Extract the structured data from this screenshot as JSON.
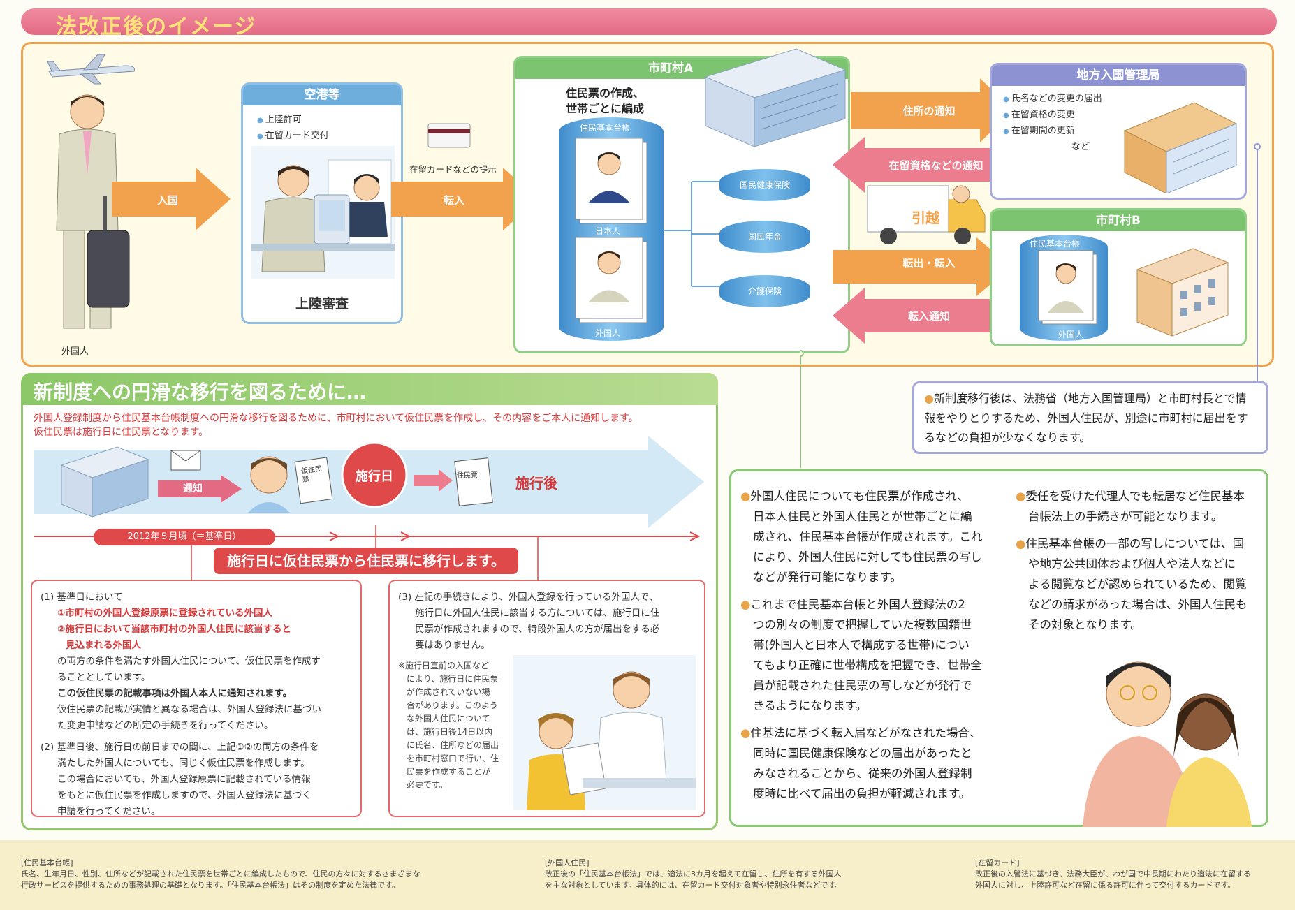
{
  "banner": {
    "title": "法改正後のイメージ"
  },
  "top": {
    "foreigner_label": "外国人",
    "airport": {
      "title": "空港等",
      "items": [
        "上陸許可",
        "在留カード交付"
      ],
      "bottom": "上陸審査"
    },
    "arrow_nyukoku": "入国",
    "card_caption": "在留カードなどの提示",
    "arrow_tennyu": "転入",
    "cityA": {
      "title": "市町村A",
      "subtitle_1": "住民票の作成、",
      "subtitle_2": "世帯ごとに編成",
      "ledger": "住民基本台帳",
      "japanese": "日本人",
      "foreigner": "外国人"
    },
    "dbs": [
      "国民健康保険",
      "国民年金",
      "介護保険"
    ],
    "arrow_address": "住所の通知",
    "arrow_status": "在留資格などの通知",
    "truck_label": "引越",
    "arrow_move": "転出・転入",
    "arrow_move_notice": "転入通知",
    "immigration": {
      "title": "地方入国管理局",
      "items": [
        "氏名などの変更の届出",
        "在留資格の変更",
        "在留期間の更新"
      ],
      "etc": "など"
    },
    "cityB": {
      "title": "市町村B",
      "ledger": "住民基本台帳",
      "foreigner": "外国人"
    }
  },
  "right_note": {
    "text": "新制度移行後は、法務省（地方入国管理局）と市町村長とで情報をやりとりするため、外国人住民が、別途に市町村に届出をするなどの負担が少なくなります。"
  },
  "section": {
    "title": "新制度への円滑な移行を図るために…",
    "intro_1": "外国人登録制度から住民基本台帳制度への円滑な移行を図るために、市町村において仮住民票を作成し、その内容をご本人に通知します。",
    "intro_2": "仮住民票は施行日に住民票となります。",
    "notice_label": "通知",
    "provisional": "仮住民票",
    "enforcement_day": "施行日",
    "resident_card": "住民票",
    "after": "施行後",
    "date_label": "2012年５月頃（＝基準日）",
    "move_banner": "施行日に仮住民票から住民票に移行します。"
  },
  "left_box": {
    "l1": "(1) 基準日において",
    "l2": "①市町村の外国人登録原票に登録されている外国人",
    "l3": "②施行日において当該市町村の外国人住民に該当すると",
    "l4": "見込まれる外国人",
    "l5": "の両方の条件を満たす外国人住民について、仮住民票を作成す",
    "l6": "ることとしています。",
    "l7": "この仮住民票の記載事項は外国人本人に通知されます。",
    "l8": "仮住民票の記載が実情と異なる場合は、外国人登録法に基づい",
    "l9": "た変更申請などの所定の手続きを行ってください。",
    "l10": "(2) 基準日後、施行日の前日までの間に、上記①②の両方の条件を",
    "l11": "満たした外国人についても、同じく仮住民票を作成します。",
    "l12": "この場合においても、外国人登録原票に記載されている情報",
    "l13": "をもとに仮住民票を作成しますので、外国人登録法に基づく",
    "l14": "申請を行ってください。"
  },
  "mid_box": {
    "l1": "(3) 左記の手続きにより、外国人登録を行っている外国人で、",
    "l2": "施行日に外国人住民に該当する方については、施行日に住",
    "l3": "民票が作成されますので、特段外国人の方が届出をする必",
    "l4": "要はありません。",
    "n1": "※施行日直前の入国など",
    "n2": "により、施行日に住民票",
    "n3": "が作成されていない場",
    "n4": "合があります。このよう",
    "n5": "な外国人住民について",
    "n6": "は、施行日後14日以内",
    "n7": "に氏名、住所などの届出",
    "n8": "を市町村窓口で行い、住",
    "n9": "民票を作成することが",
    "n10": "必要です。"
  },
  "right_col": {
    "p1": [
      "外国人住民についても住民票が作成され、",
      "日本人住民と外国人住民とが世帯ごとに編",
      "成され、住民基本台帳が作成されます。これ",
      "により、外国人住民に対しても住民票の写し",
      "などが発行可能になります。"
    ],
    "p2": [
      "これまで住民基本台帳と外国人登録法の2",
      "つの別々の制度で把握していた複数国籍世",
      "帯(外国人と日本人で構成する世帯)につい",
      "てもより正確に世帯構成を把握でき、世帯全",
      "員が記載された住民票の写しなどが発行で",
      "きるようになります。"
    ],
    "p3": [
      "住基法に基づく転入届などがなされた場合、",
      "同時に国民健康保険などの届出があったと",
      "みなされることから、従来の外国人登録制",
      "度時に比べて届出の負担が軽減されます。"
    ],
    "p4": [
      "委任を受けた代理人でも転居など住民基本",
      "台帳法上の手続きが可能となります。"
    ],
    "p5": [
      "住民基本台帳の一部の写しについては、国",
      "や地方公共団体および個人や法人などに",
      "よる閲覧などが認められているため、閲覧",
      "などの請求があった場合は、外国人住民も",
      "その対象となります。"
    ]
  },
  "footer": {
    "f1_title": "[住民基本台帳]",
    "f1_l1": "氏名、生年月日、性別、住所などが記載された住民票を世帯ごとに編成したもので、住民の方々に対するさまざまな",
    "f1_l2": "行政サービスを提供するための事務処理の基礎となります。「住民基本台帳法」はその制度を定めた法律です。",
    "f2_title": "[外国人住民]",
    "f2_l1": "改正後の「住民基本台帳法」では、適法に3カ月を超えて在留し、住所を有する外国人",
    "f2_l2": "を主な対象としています。具体的には、在留カード交付対象者や特別永住者などです。",
    "f3_title": "[在留カード]",
    "f3_l1": "改正後の入管法に基づき、法務大臣が、わが国で中長期にわたり適法に在留する",
    "f3_l2": "外国人に対し、上陸許可など在留に係る許可に伴って交付するカードです。"
  },
  "colors": {
    "orange_arrow": "#f2a14d",
    "pink_arrow": "#ec7d8f",
    "blue": "#6eaedc",
    "green": "#7cc46f",
    "red": "#d83a3a"
  }
}
